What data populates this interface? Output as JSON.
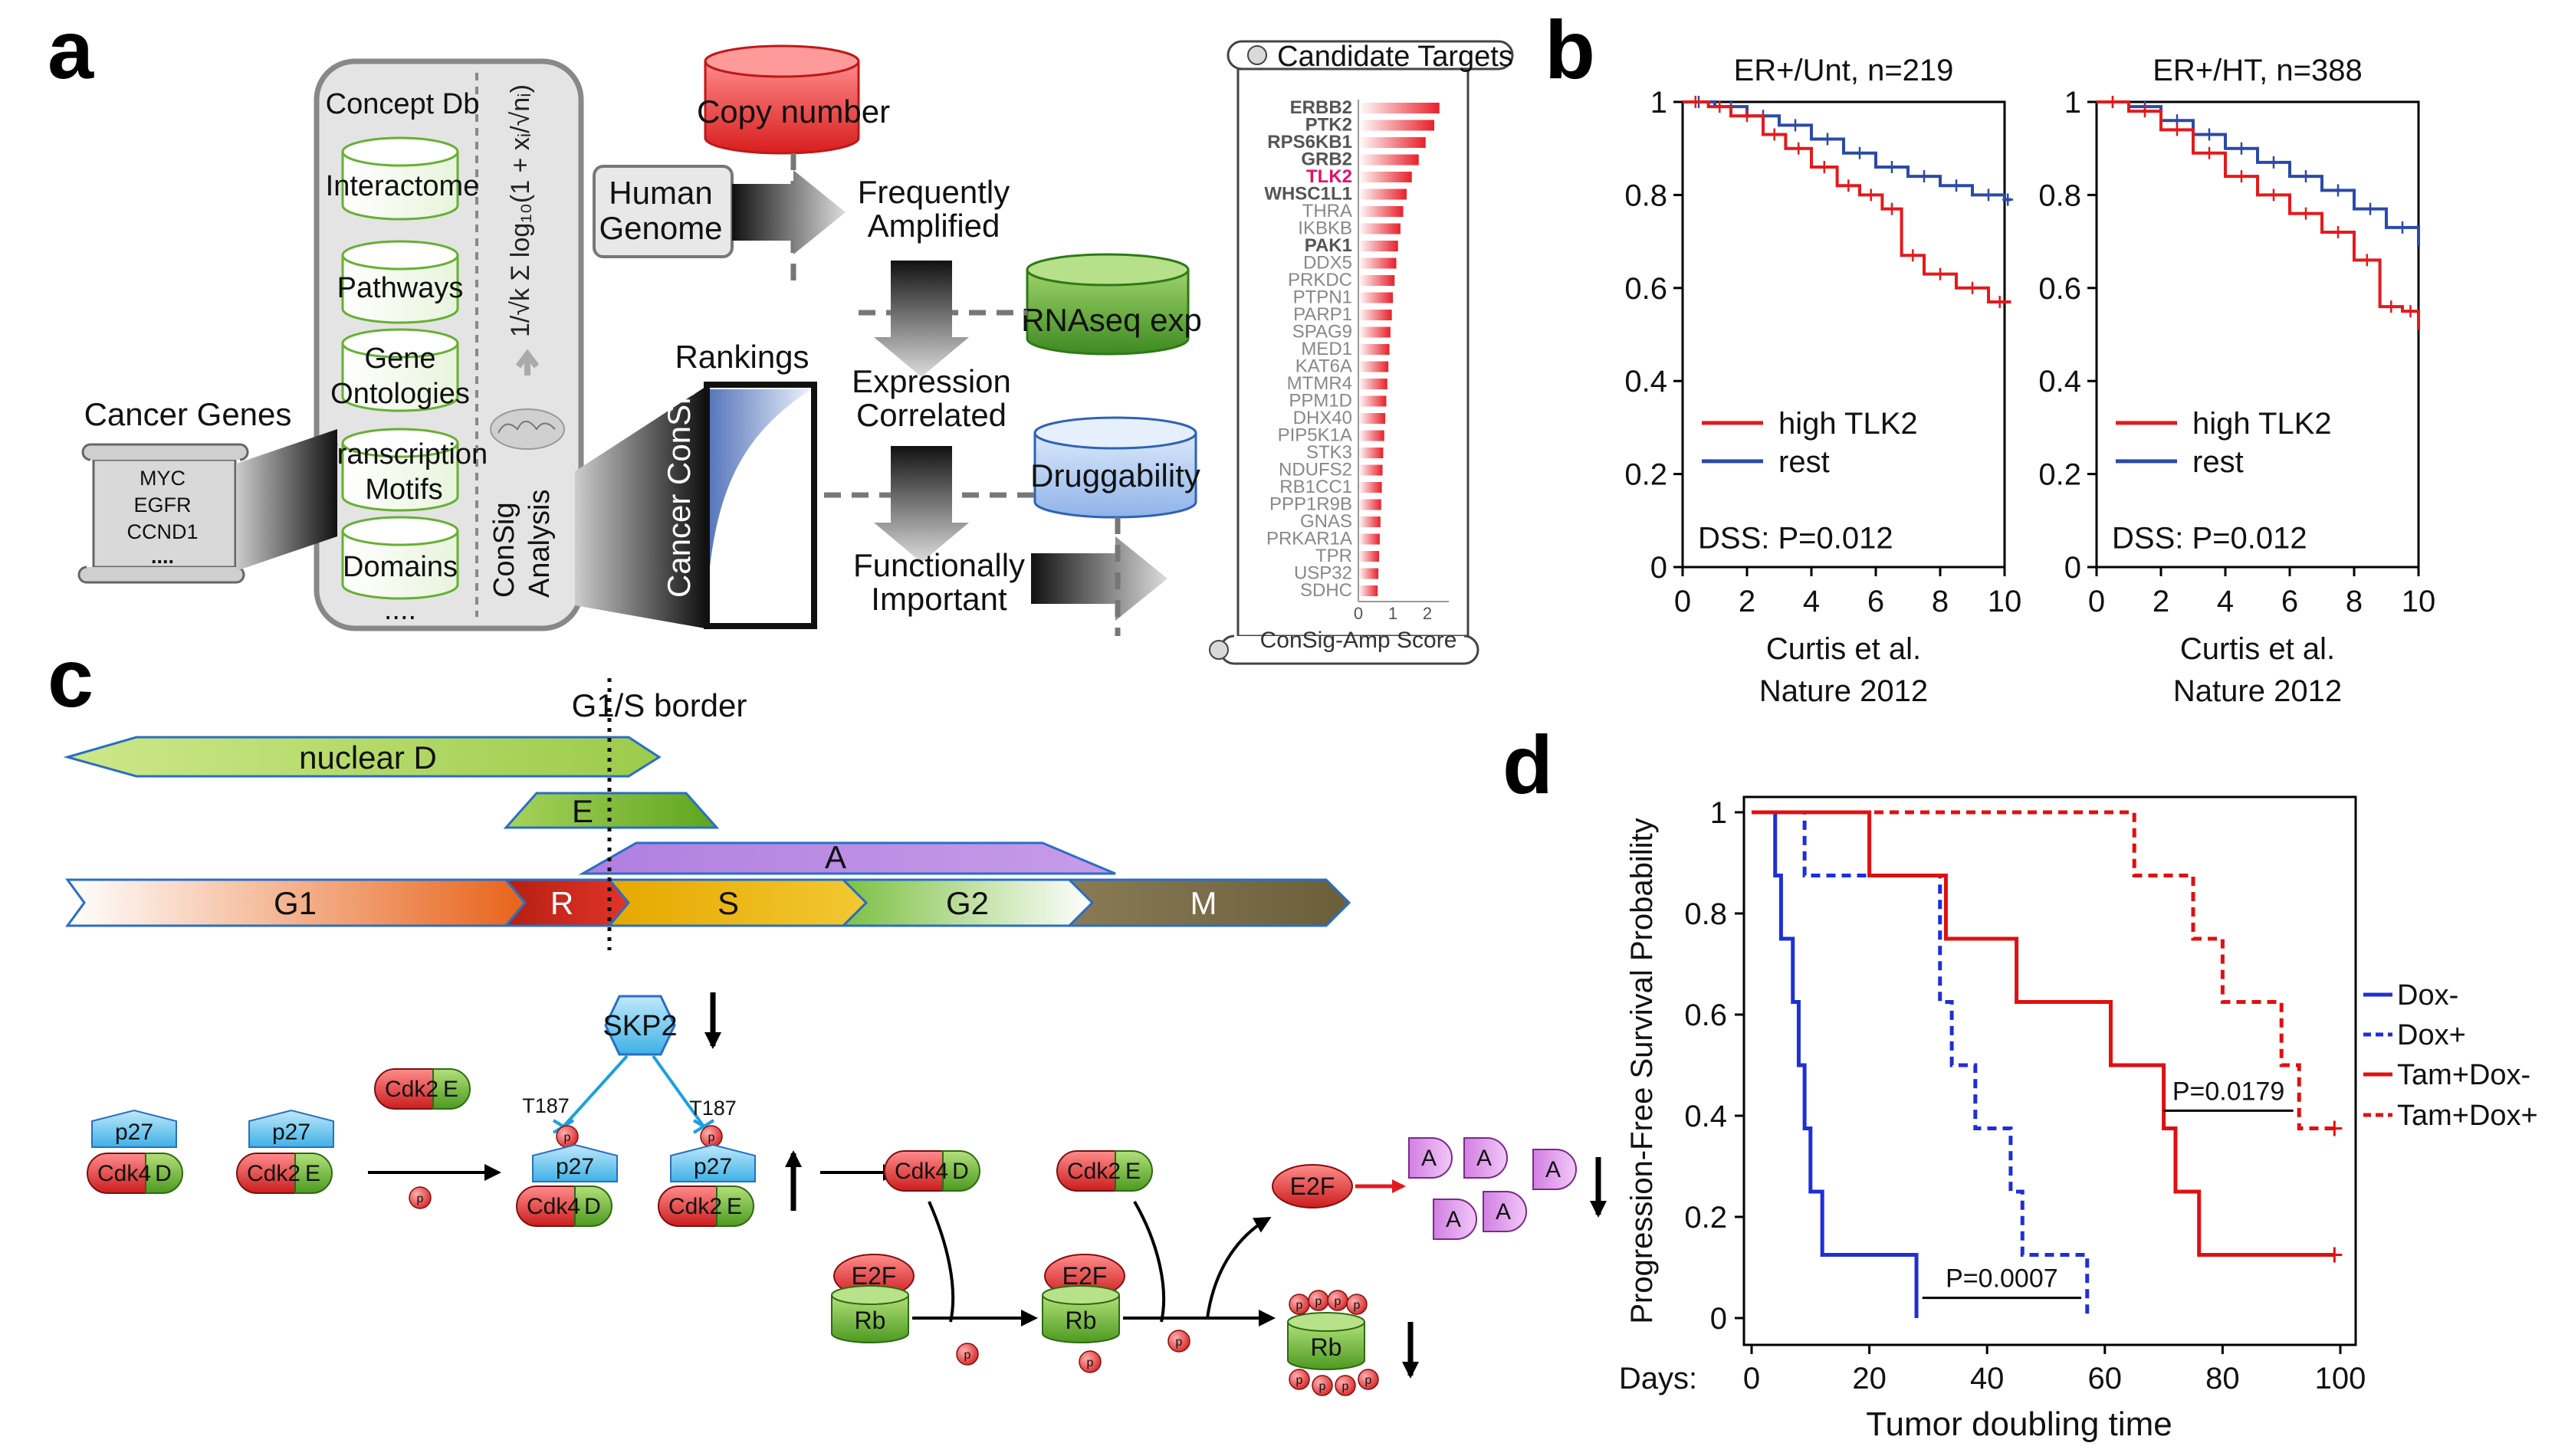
{
  "panels": {
    "a": "a",
    "b": "b",
    "c": "c",
    "d": "d"
  },
  "panel_a": {
    "concept_db_title": "Concept Db",
    "concept_items": [
      "Interactome",
      "Pathways",
      "Gene Ontologies",
      "Transcription Motifs",
      "Domains"
    ],
    "concept_more": "....",
    "consig_analysis": "ConSig Analysis",
    "cancer_genes_title": "Cancer Genes",
    "cancer_genes_list": [
      "MYC",
      "EGFR",
      "CCND1",
      "...."
    ],
    "copy_number": "Copy number",
    "human_genome": "Human Genome",
    "frequently_amplified": "Frequently Amplified",
    "rnaseq_exp": "RNAseq exp",
    "rankings": "Rankings",
    "cancer_consig": "Cancer ConSig",
    "expression_correlated": "Expression Correlated",
    "druggability": "Druggability",
    "functionally_important": "Functionally Important",
    "candidate_targets_title": "Candidate Targets",
    "candidate_targets": [
      {
        "name": "ERBB2",
        "score": 2.35,
        "bold": true,
        "highlight": false
      },
      {
        "name": "PTK2",
        "score": 2.2,
        "bold": true,
        "highlight": false
      },
      {
        "name": "RPS6KB1",
        "score": 1.95,
        "bold": true,
        "highlight": false
      },
      {
        "name": "GRB2",
        "score": 1.75,
        "bold": true,
        "highlight": false
      },
      {
        "name": "TLK2",
        "score": 1.55,
        "bold": true,
        "highlight": true
      },
      {
        "name": "WHSC1L1",
        "score": 1.4,
        "bold": true,
        "highlight": false
      },
      {
        "name": "THRA",
        "score": 1.3,
        "bold": false,
        "highlight": false
      },
      {
        "name": "IKBKB",
        "score": 1.22,
        "bold": false,
        "highlight": false
      },
      {
        "name": "PAK1",
        "score": 1.15,
        "bold": true,
        "highlight": false
      },
      {
        "name": "DDX5",
        "score": 1.1,
        "bold": false,
        "highlight": false
      },
      {
        "name": "PRKDC",
        "score": 1.05,
        "bold": false,
        "highlight": false
      },
      {
        "name": "PTPN1",
        "score": 1.0,
        "bold": false,
        "highlight": false
      },
      {
        "name": "PARP1",
        "score": 0.97,
        "bold": false,
        "highlight": false
      },
      {
        "name": "SPAG9",
        "score": 0.93,
        "bold": false,
        "highlight": false
      },
      {
        "name": "MED1",
        "score": 0.9,
        "bold": false,
        "highlight": false
      },
      {
        "name": "KAT6A",
        "score": 0.87,
        "bold": false,
        "highlight": false
      },
      {
        "name": "MTMR4",
        "score": 0.84,
        "bold": false,
        "highlight": false
      },
      {
        "name": "PPM1D",
        "score": 0.81,
        "bold": false,
        "highlight": false
      },
      {
        "name": "DHX40",
        "score": 0.78,
        "bold": false,
        "highlight": false
      },
      {
        "name": "PIP5K1A",
        "score": 0.75,
        "bold": false,
        "highlight": false
      },
      {
        "name": "STK3",
        "score": 0.72,
        "bold": false,
        "highlight": false
      },
      {
        "name": "NDUFS2",
        "score": 0.7,
        "bold": false,
        "highlight": false
      },
      {
        "name": "RB1CC1",
        "score": 0.68,
        "bold": false,
        "highlight": false
      },
      {
        "name": "PPP1R9B",
        "score": 0.66,
        "bold": false,
        "highlight": false
      },
      {
        "name": "GNAS",
        "score": 0.64,
        "bold": false,
        "highlight": false
      },
      {
        "name": "PRKAR1A",
        "score": 0.62,
        "bold": false,
        "highlight": false
      },
      {
        "name": "TPR",
        "score": 0.6,
        "bold": false,
        "highlight": false
      },
      {
        "name": "USP32",
        "score": 0.58,
        "bold": false,
        "highlight": false
      },
      {
        "name": "SDHC",
        "score": 0.56,
        "bold": false,
        "highlight": false
      }
    ],
    "score_axis_ticks": [
      "0",
      "1",
      "2"
    ],
    "score_axis_label": "ConSig-Amp Score"
  },
  "panel_c": {
    "g1s_border": "G1/S border",
    "nuclear_d": "nuclear D",
    "e": "E",
    "a": "A",
    "phases": [
      "G1",
      "R",
      "S",
      "G2",
      "M"
    ],
    "skp2": "SKP2",
    "t187": "T187",
    "p27": "p27",
    "cdk4": "Cdk4",
    "cdk2": "Cdk2",
    "d": "D",
    "e_small": "E",
    "p": "p",
    "e2f": "E2F",
    "rb": "Rb",
    "a_small": "A"
  },
  "chart_data": [
    {
      "type": "line",
      "title": "ER+/Unt, n=219",
      "xlabel": "Curtis et al. Nature 2012",
      "ylabel": "",
      "xlim": [
        0,
        10
      ],
      "ylim": [
        0,
        1
      ],
      "xticks": [
        0,
        2,
        4,
        6,
        8,
        10
      ],
      "yticks": [
        0,
        0.2,
        0.4,
        0.6,
        0.8,
        1
      ],
      "ytick_labels": [
        "0",
        "0.2",
        "0.4",
        "0.6",
        "0.8",
        "1"
      ],
      "annotation": "DSS:  P=0.012",
      "legend_position": "bottom-left",
      "series": [
        {
          "name": "high TLK2",
          "color": "#e31a1c",
          "x": [
            0,
            0.8,
            1.5,
            2.5,
            3.2,
            4.0,
            4.8,
            5.5,
            6.2,
            6.8,
            7.5,
            8.5,
            9.5,
            10.2
          ],
          "y": [
            1,
            0.99,
            0.97,
            0.93,
            0.9,
            0.86,
            0.82,
            0.8,
            0.77,
            0.67,
            0.63,
            0.6,
            0.57,
            0.57
          ]
        },
        {
          "name": "rest",
          "color": "#2a4aa6",
          "x": [
            0,
            1,
            2,
            3,
            4,
            5,
            6,
            7,
            8,
            9,
            10,
            10.2
          ],
          "y": [
            1,
            0.99,
            0.97,
            0.95,
            0.92,
            0.89,
            0.86,
            0.84,
            0.82,
            0.8,
            0.79,
            0.79
          ]
        }
      ]
    },
    {
      "type": "line",
      "title": "ER+/HT, n=388",
      "xlabel": "Curtis et al. Nature 2012",
      "ylabel": "",
      "xlim": [
        0,
        10
      ],
      "ylim": [
        0,
        1
      ],
      "xticks": [
        0,
        2,
        4,
        6,
        8,
        10
      ],
      "yticks": [
        0,
        0.2,
        0.4,
        0.6,
        0.8,
        1
      ],
      "ytick_labels": [
        "0",
        "0.2",
        "0.4",
        "0.6",
        "0.8",
        "1"
      ],
      "annotation": "DSS:  P=0.012",
      "legend_position": "bottom-left",
      "series": [
        {
          "name": "high TLK2",
          "color": "#e31a1c",
          "x": [
            0,
            1,
            2,
            3,
            4,
            5,
            6,
            7,
            8,
            8.8,
            9.5,
            10.0
          ],
          "y": [
            1,
            0.98,
            0.94,
            0.89,
            0.84,
            0.8,
            0.76,
            0.72,
            0.66,
            0.56,
            0.55,
            0.51
          ]
        },
        {
          "name": "rest",
          "color": "#2a4aa6",
          "x": [
            0,
            1,
            2,
            3,
            4,
            5,
            6,
            7,
            8,
            9,
            10.0
          ],
          "y": [
            1,
            0.99,
            0.96,
            0.93,
            0.9,
            0.87,
            0.84,
            0.81,
            0.77,
            0.73,
            0.69
          ]
        }
      ]
    },
    {
      "type": "line",
      "title": "",
      "xlabel": "Tumor doubling time",
      "x_prefix": "Days:",
      "ylabel": "Progression-Free Survival Probability",
      "xlim": [
        0,
        100
      ],
      "ylim": [
        0,
        1
      ],
      "xticks": [
        0,
        20,
        40,
        60,
        80,
        100
      ],
      "yticks": [
        0,
        0.2,
        0.4,
        0.6,
        0.8,
        1
      ],
      "ytick_labels": [
        "0",
        "0.2",
        "0.4",
        "0.6",
        "0.8",
        "1"
      ],
      "legend_position": "right",
      "annotations": [
        "P=0.0007",
        "P=0.0179"
      ],
      "series": [
        {
          "name": "Dox-",
          "color": "#1f2fd6",
          "dash": false,
          "x": [
            0,
            4,
            4,
            5,
            5,
            7,
            7,
            8,
            8,
            9,
            9,
            10,
            10,
            12,
            12,
            28,
            28
          ],
          "y": [
            1,
            1,
            0.875,
            0.875,
            0.75,
            0.75,
            0.625,
            0.625,
            0.5,
            0.5,
            0.375,
            0.375,
            0.25,
            0.25,
            0.125,
            0.125,
            0
          ]
        },
        {
          "name": "Dox+",
          "color": "#1f2fd6",
          "dash": true,
          "x": [
            0,
            9,
            9,
            32,
            32,
            34,
            34,
            38,
            38,
            44,
            44,
            46,
            46,
            57,
            57
          ],
          "y": [
            1,
            1,
            0.875,
            0.875,
            0.625,
            0.625,
            0.5,
            0.5,
            0.375,
            0.375,
            0.25,
            0.25,
            0.125,
            0.125,
            0
          ]
        },
        {
          "name": "Tam+Dox-",
          "color": "#e01010",
          "dash": false,
          "x": [
            0,
            20,
            20,
            33,
            33,
            45,
            45,
            61,
            61,
            70,
            70,
            72,
            72,
            76,
            76,
            99
          ],
          "y": [
            1,
            1,
            0.875,
            0.875,
            0.75,
            0.75,
            0.625,
            0.625,
            0.5,
            0.5,
            0.375,
            0.375,
            0.25,
            0.25,
            0.125,
            0.125
          ]
        },
        {
          "name": "Tam+Dox+",
          "color": "#e01010",
          "dash": true,
          "x": [
            0,
            65,
            65,
            75,
            75,
            80,
            80,
            90,
            90,
            93,
            93,
            99
          ],
          "y": [
            1,
            1,
            0.875,
            0.875,
            0.75,
            0.75,
            0.625,
            0.625,
            0.5,
            0.5,
            0.375,
            0.375
          ]
        }
      ]
    }
  ]
}
